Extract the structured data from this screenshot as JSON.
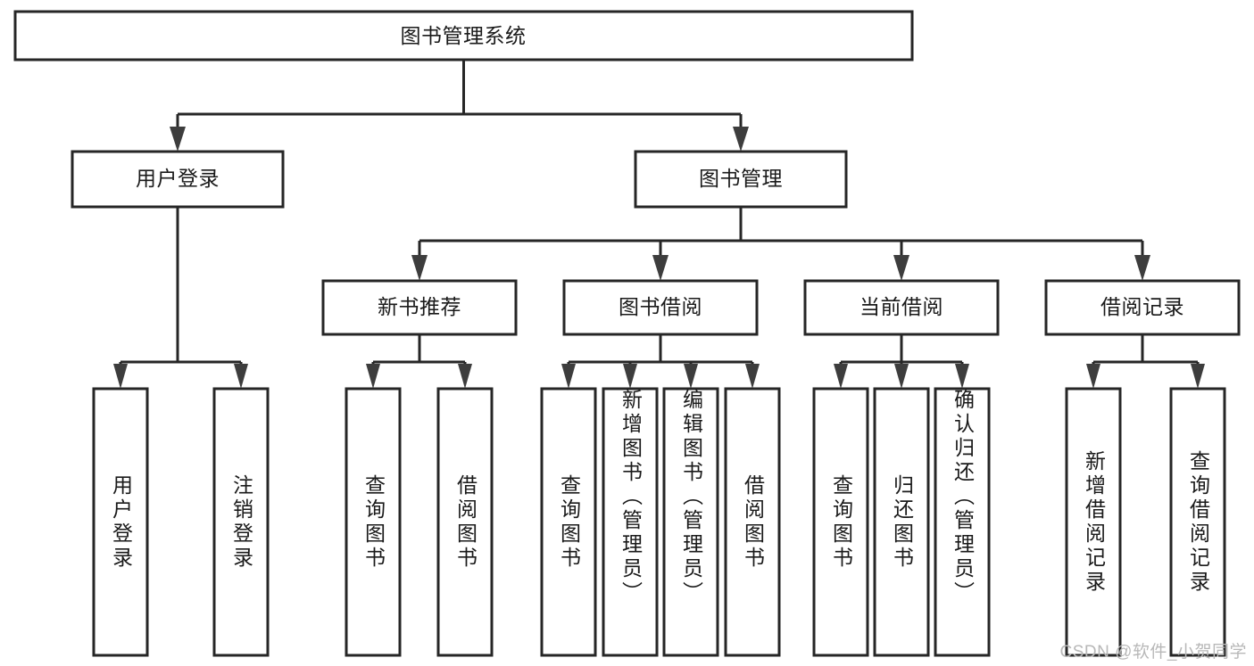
{
  "diagram": {
    "type": "tree-hierarchy",
    "title": "图书管理系统",
    "watermark": "CSDN @软件_小贺同学",
    "colors": {
      "background": "#ffffff",
      "node_fill": "#ffffff",
      "node_stroke": "#262626",
      "edge": "#262626",
      "arrow": "#3d3d3d",
      "text": "#1a1a1a",
      "watermark": "#b8b8b8"
    },
    "root": {
      "label": "图书管理系统"
    },
    "level2": [
      {
        "label": "用户登录"
      },
      {
        "label": "图书管理"
      }
    ],
    "level3": [
      {
        "label": "新书推荐"
      },
      {
        "label": "图书借阅"
      },
      {
        "label": "当前借阅"
      },
      {
        "label": "借阅记录"
      }
    ],
    "leaves": {
      "user_login": [
        {
          "label": "用户登录"
        },
        {
          "label": "注销登录"
        }
      ],
      "new_book": [
        {
          "label": "查询图书"
        },
        {
          "label": "借阅图书"
        }
      ],
      "book_borrow": [
        {
          "label": "查询图书"
        },
        {
          "label": "新增图书（管理员）"
        },
        {
          "label": "编辑图书（管理员）"
        },
        {
          "label": "借阅图书"
        }
      ],
      "current_borrow": [
        {
          "label": "查询图书"
        },
        {
          "label": "归还图书"
        },
        {
          "label": "确认归还（管理员）"
        }
      ],
      "borrow_record": [
        {
          "label": "新增借阅记录"
        },
        {
          "label": "查询借阅记录"
        }
      ]
    }
  }
}
